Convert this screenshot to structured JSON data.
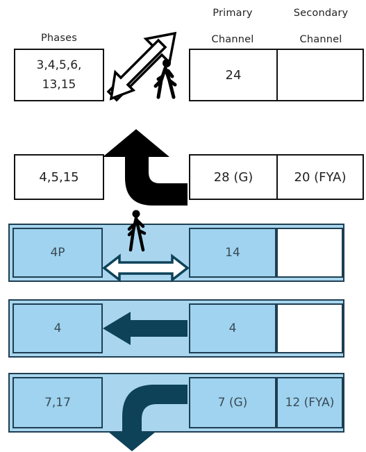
{
  "headers": {
    "phases": "Phases",
    "primary_line1": "Primary",
    "primary_line2": "Channel",
    "secondary_line1": "Secondary",
    "secondary_line2": "Channel"
  },
  "rows": [
    {
      "phases": "3,4,5,6,\n13,15",
      "primary": "24",
      "secondary": "",
      "movement": "pedestrian-diagonal",
      "highlighted": false
    },
    {
      "phases": "4,5,15",
      "primary": "28 (G)",
      "secondary": "20 (FYA)",
      "movement": "left-turn",
      "highlighted": false
    },
    {
      "phases": "4P",
      "primary": "14",
      "secondary": "",
      "movement": "pedestrian-crossing",
      "highlighted": true
    },
    {
      "phases": "4",
      "primary": "4",
      "secondary": "",
      "movement": "through",
      "highlighted": true
    },
    {
      "phases": "7,17",
      "primary": "7 (G)",
      "secondary": "12 (FYA)",
      "movement": "right-turn",
      "highlighted": true
    }
  ],
  "colors": {
    "highlight_fill": "#a9d6ee",
    "highlight_border": "#1e3e52",
    "arrow_dark": "#0d4259",
    "arrow_black": "#000000"
  },
  "icons": [
    "pedestrian-icon",
    "diagonal-double-arrow-icon",
    "left-turn-arrow-icon",
    "double-arrow-icon",
    "left-arrow-icon",
    "turn-down-arrow-icon"
  ]
}
